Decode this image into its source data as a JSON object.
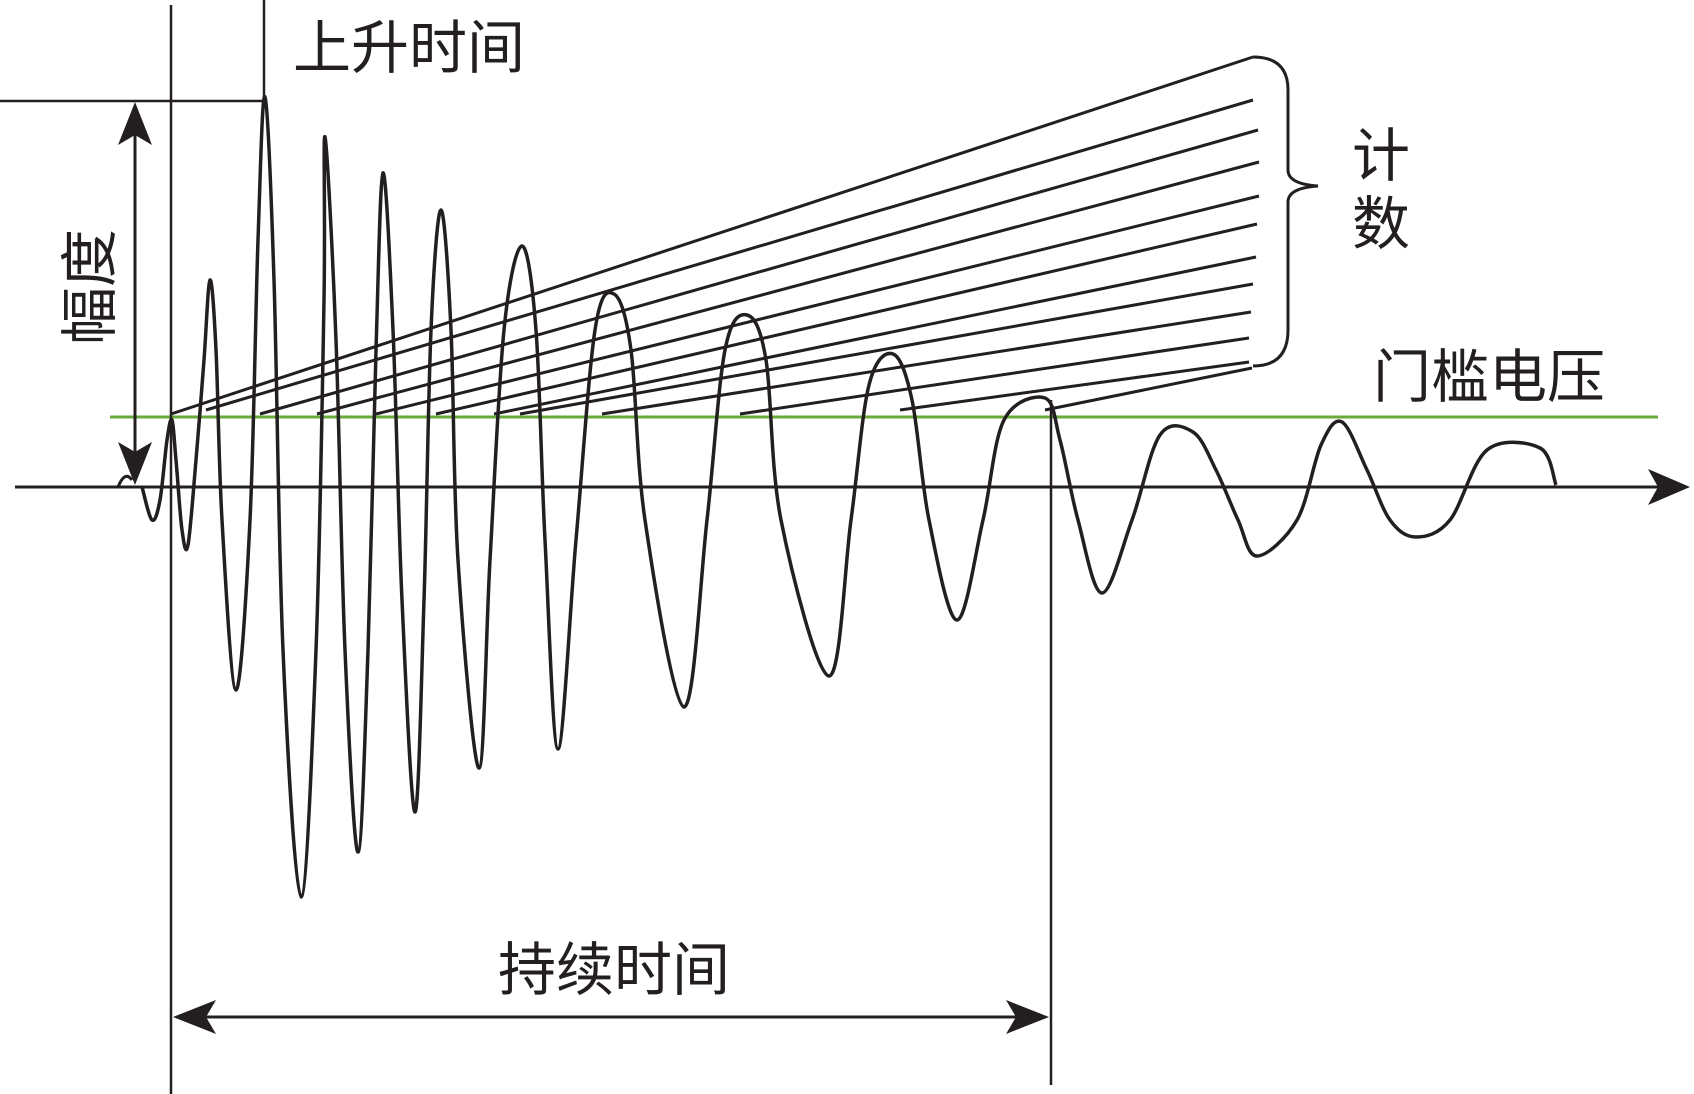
{
  "labels": {
    "rise_time": "上升时间",
    "amplitude": "幅度",
    "count": "计数",
    "threshold_voltage": "门槛电压",
    "duration": "持续时间"
  },
  "colors": {
    "ink": "#231f20",
    "threshold_line": "#6aaa3c",
    "background": "#ffffff"
  },
  "waveform": {
    "description_free": true,
    "peak_count_above_threshold": 12,
    "count_lines": 12
  }
}
